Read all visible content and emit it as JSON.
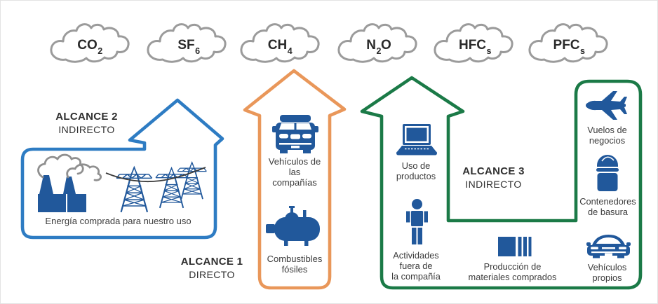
{
  "colors": {
    "blue": "#2e7cc3",
    "icon-blue": "#21589b",
    "green": "#1b7a47",
    "orange": "#e9975a",
    "cloud-gray": "#9b9b9b",
    "smoke-gray": "#8f8f8f",
    "text-dark": "#3b3b3b",
    "wire-dark": "#3a3a3a"
  },
  "clouds": [
    {
      "name": "carbon-dioxide",
      "pre": "CO",
      "sub": "2",
      "post": ""
    },
    {
      "name": "sulfur-hexafluoride",
      "pre": "SF",
      "sub": "6",
      "post": ""
    },
    {
      "name": "methane",
      "pre": "CH",
      "sub": "4",
      "post": ""
    },
    {
      "name": "nitrous-oxide",
      "pre": "N",
      "sub": "2",
      "post": "O"
    },
    {
      "name": "hydrofluorocarbons",
      "pre": "HFC",
      "sub": "s",
      "post": ""
    },
    {
      "name": "perfluorocarbons",
      "pre": "PFC",
      "sub": "s",
      "post": ""
    }
  ],
  "scopes": {
    "scope2": {
      "title": "ALCANCE 2",
      "subtitle": "INDIRECTO"
    },
    "scope1": {
      "title": "ALCANCE 1",
      "subtitle": "DIRECTO"
    },
    "scope3": {
      "title": "ALCANCE 3",
      "subtitle": "INDIRECTO"
    }
  },
  "items": {
    "energia": {
      "icon": "factory-and-power-lines",
      "lines": [
        "Energía comprada para nuestro uso"
      ]
    },
    "vehiculos_companias": {
      "icon": "van",
      "lines": [
        "Vehículos de",
        "las",
        "compañías"
      ]
    },
    "combustibles": {
      "icon": "fuel-tank",
      "lines": [
        "Combustibles",
        "fósiles"
      ]
    },
    "uso_productos": {
      "icon": "laptop",
      "lines": [
        "Uso de",
        "productos"
      ]
    },
    "actividades": {
      "icon": "person",
      "lines": [
        "Actividades",
        "fuera de",
        "la compañía"
      ]
    },
    "produccion": {
      "icon": "materials",
      "lines": [
        "Producción de",
        "materiales comprados"
      ]
    },
    "vuelos": {
      "icon": "airplane",
      "lines": [
        "Vuelos de",
        "negocios"
      ]
    },
    "contenedores": {
      "icon": "trash-bin",
      "lines": [
        "Contenedores",
        "de basura"
      ]
    },
    "vehiculos_propios": {
      "icon": "car",
      "lines": [
        "Vehículos",
        "propios"
      ]
    }
  }
}
